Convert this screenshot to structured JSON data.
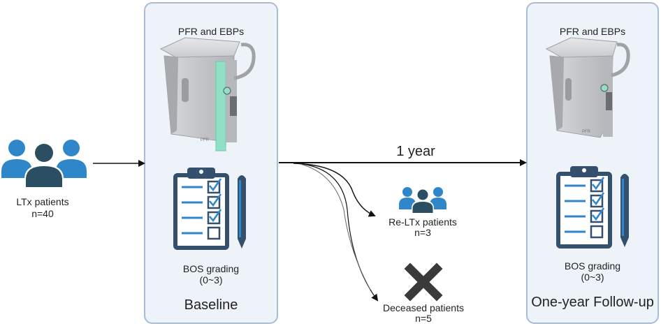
{
  "cohort": {
    "label": "LTx patients",
    "count": "n=40"
  },
  "baseline": {
    "equipment_label": "PFR and EBPs",
    "grading_label": "BOS grading",
    "grading_range": "(0~3)",
    "title": "Baseline"
  },
  "followup": {
    "equipment_label": "PFR and EBPs",
    "grading_label": "BOS grading",
    "grading_range": "(0~3)",
    "title": "One-year Follow-up"
  },
  "interval_label": "1 year",
  "retransplant": {
    "label": "Re-LTx patients",
    "count": "n=3"
  },
  "deceased": {
    "label": "Deceased patients",
    "count": "n=5"
  },
  "colors": {
    "panel_fill": "#eef3fa",
    "panel_border": "#a9bcd6",
    "people_light": "#2f86c8",
    "people_dark": "#2b4e63",
    "clipboard": "#34506d",
    "device_metal": "#c9cbcf",
    "device_accent": "#8fe0c4",
    "cross": "#3a3a3a"
  }
}
